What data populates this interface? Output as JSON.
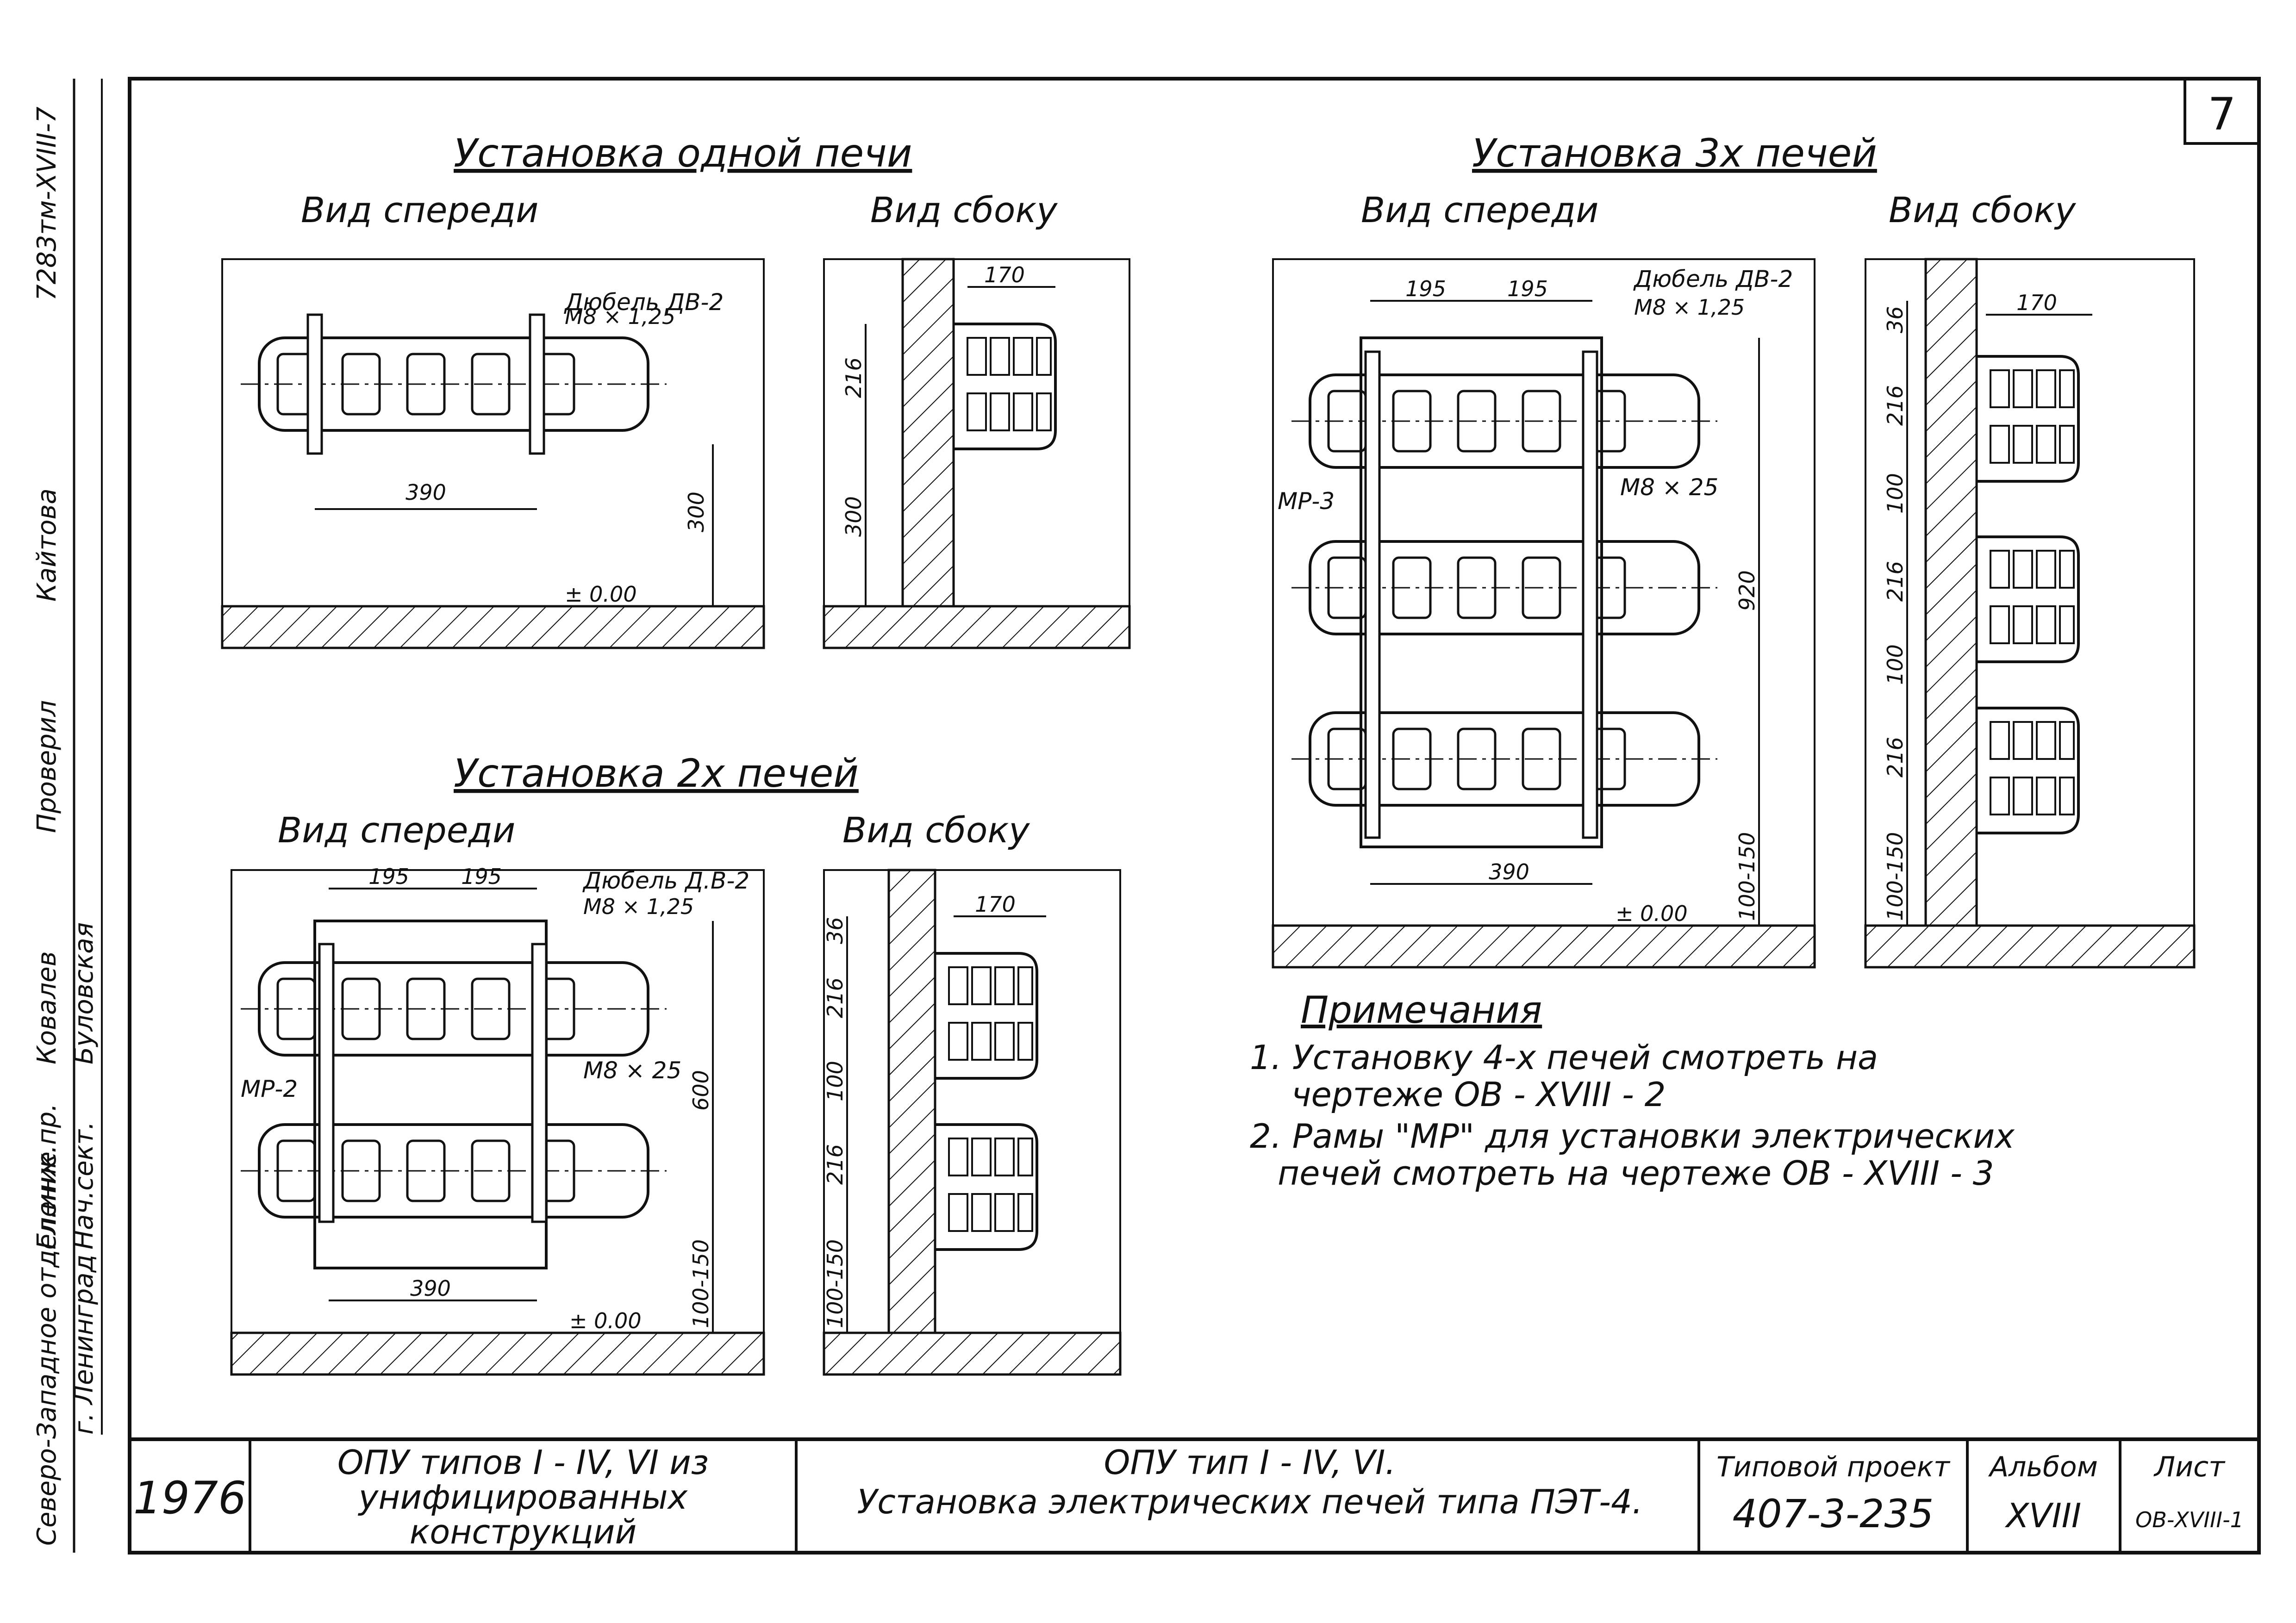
{
  "sheet": {
    "number": "7"
  },
  "side_stamp": {
    "code": "7283тм-XVIII-7",
    "names": [
      "Кайтова",
      "Проверил",
      "Ковалев",
      "Буловская"
    ],
    "roles": [
      "Гл.инж.пр.",
      "Нач.сект."
    ],
    "org": "Северо-Западное отделение",
    "city": "г. Ленинград"
  },
  "view1": {
    "title": "Установка одной печи",
    "front": "Вид спереди",
    "side": "Вид сбоку",
    "dowel": "Дюбель ДВ-2",
    "bolt": "М8 × 1,25",
    "dim_390": "390",
    "dim_300": "300",
    "dim_216": "216",
    "dim_300b": "300",
    "dim_170": "170",
    "level": "± 0.00"
  },
  "view2": {
    "title": "Установка 2х печей",
    "front": "Вид спереди",
    "side": "Вид сбоку",
    "dowel": "Дюбель Д.В-2",
    "bolt": "М8 × 1,25",
    "dim_195a": "195",
    "dim_195b": "195",
    "dim_390": "390",
    "dim_600": "600",
    "dim_100": "100-150",
    "frame": "МР-2",
    "bolt2": "М8 × 25",
    "side_dims": [
      "36",
      "216",
      "100",
      "216",
      "100-150"
    ],
    "dim_170": "170",
    "level": "± 0.00"
  },
  "view3": {
    "title": "Установка 3х печей",
    "front": "Вид спереди",
    "side": "Вид сбоку",
    "dowel": "Дюбель ДВ-2",
    "bolt": "М8 × 1,25",
    "dim_195a": "195",
    "dim_195b": "195",
    "dim_390": "390",
    "dim_920": "920",
    "dim_100": "100-150",
    "frame": "МР-3",
    "bolt2": "М8 × 25",
    "side_dims": [
      "36",
      "216",
      "100",
      "216",
      "100",
      "216",
      "100-150"
    ],
    "dim_170": "170",
    "level": "± 0.00"
  },
  "notes": {
    "heading": "Примечания",
    "n1a": "1. Установку  4-х  печей  смотреть  на",
    "n1b": "чертеже   ОВ - XVIII - 2",
    "n2a": "2. Рамы  \"МР\" для  установки  электрических",
    "n2b": "печей  смотреть  на чертеже  ОВ - XVIII - 3"
  },
  "titleblock": {
    "year": "1976",
    "left1": "ОПУ  типов  I - IV, VI  из",
    "left2": "унифицированных",
    "left3": "конструкций",
    "mid1": "ОПУ  тип  I - IV, VI.",
    "mid2": "Установка  электрических  печей  типа  ПЭТ-4.",
    "proj_label": "Типовой проект",
    "proj": "407-3-235",
    "album_label": "Альбом",
    "album": "XVIII",
    "sheet_label": "Лист",
    "sheet": "ОВ-XVIII-1"
  }
}
